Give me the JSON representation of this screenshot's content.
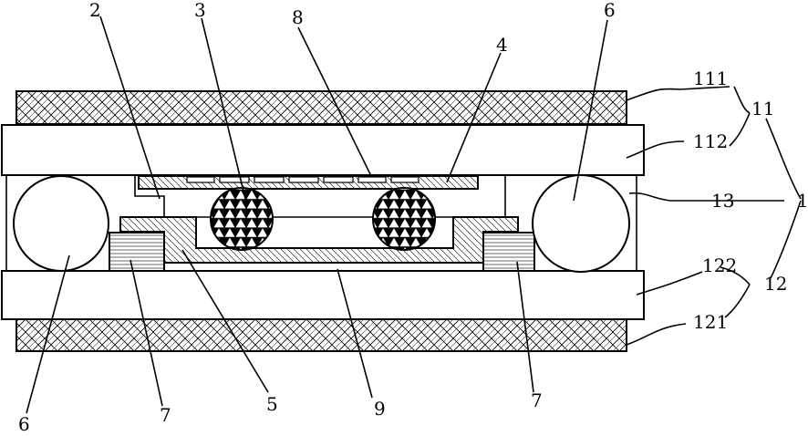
{
  "labels": {
    "l111": "111",
    "l112": "112",
    "l11": "11",
    "l13": "13",
    "l1": "1",
    "l122": "122",
    "l12": "12",
    "l121": "121",
    "l2": "2",
    "l3": "3",
    "l8": "8",
    "l4": "4",
    "l6_top": "6",
    "l6_bottom": "6",
    "l7_left": "7",
    "l5": "5",
    "l9": "9",
    "l7_right": "7"
  }
}
